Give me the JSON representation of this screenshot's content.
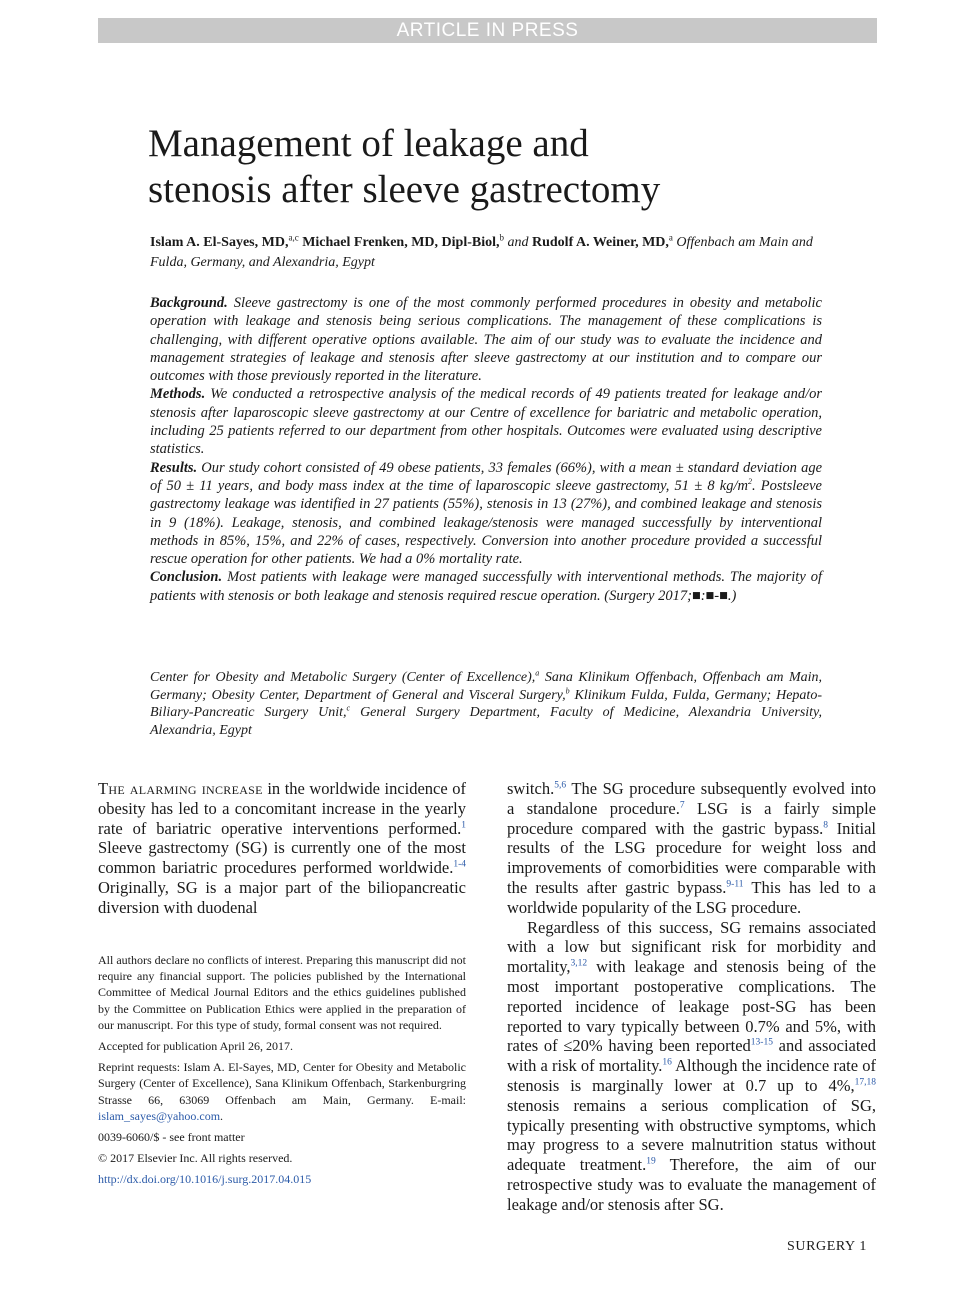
{
  "banner": "ARTICLE IN PRESS",
  "title": {
    "line1": "Management of leakage and",
    "line2": "stenosis after sleeve gastrectomy"
  },
  "authors": {
    "a1": "Islam A. El-Sayes, MD,",
    "a1_sup": "a,c",
    "a2": "Michael Frenken, MD, Dipl-Biol,",
    "a2_sup": "b",
    "and": "and",
    "a3": "Rudolf A. Weiner, MD,",
    "a3_sup": "a",
    "location": "Offenbach am Main and Fulda, Germany, and Alexandria, Egypt"
  },
  "abstract": {
    "background_label": "Background.",
    "background": "Sleeve gastrectomy is one of the most commonly performed procedures in obesity and metabolic operation with leakage and stenosis being serious complications. The management of these complications is challenging, with different operative options available. The aim of our study was to evaluate the incidence and management strategies of leakage and stenosis after sleeve gastrectomy at our institution and to compare our outcomes with those previously reported in the literature.",
    "methods_label": "Methods.",
    "methods": "We conducted a retrospective analysis of the medical records of 49 patients treated for leakage and/or stenosis after laparoscopic sleeve gastrectomy at our Centre of excellence for bariatric and metabolic operation, including 25 patients referred to our department from other hospitals. Outcomes were evaluated using descriptive statistics.",
    "results_label": "Results.",
    "results_a": "Our study cohort consisted of 49 obese patients, 33 females (66%), with a mean ± standard deviation age of 50 ± 11 years, and body mass index at the time of laparoscopic sleeve gastrectomy, 51 ± 8 kg/m",
    "results_sup": "2",
    "results_b": ". Postsleeve gastrectomy leakage was identified in 27 patients (55%), stenosis in 13 (27%), and combined leakage and stenosis in 9 (18%). Leakage, stenosis, and combined leakage/stenosis were managed successfully by interventional methods in 85%, 15%, and 22% of cases, respectively. Conversion into another procedure provided a successful rescue operation for other patients. We had a 0% mortality rate.",
    "conclusion_label": "Conclusion.",
    "conclusion": "Most patients with leakage were managed successfully with interventional methods. The majority of patients with stenosis or both leakage and stenosis required rescue operation. (Surgery 2017;■:■-■.)"
  },
  "affiliations": {
    "t1": "Center for Obesity and Metabolic Surgery (Center of Excellence),",
    "s1": "a",
    "t2": "Sana Klinikum Offenbach, Offenbach am Main, Germany; Obesity Center, Department of General and Visceral Surgery,",
    "s2": "b",
    "t3": "Klinikum Fulda, Fulda, Germany; Hepato-Biliary-Pancreatic Surgery Unit,",
    "s3": "c",
    "t4": "General Surgery Department, Faculty of Medicine, Alexandria University, Alexandria, Egypt"
  },
  "body_left": {
    "lead": "The alarming increase",
    "t1": "in the worldwide incidence of obesity has led to a concomitant increase in the yearly rate of bariatric operative interventions performed.",
    "r1": "1",
    "t2": "Sleeve gastrectomy (SG) is currently one of the most common bariatric procedures performed worldwide.",
    "r2": "1-4",
    "t3": "Originally, SG is a major part of the biliopancreatic diversion with duodenal"
  },
  "body_right": {
    "p1_t1": "switch.",
    "p1_r1": "5,6",
    "p1_t2": "The SG procedure subsequently evolved into a standalone procedure.",
    "p1_r2": "7",
    "p1_t3": "LSG is a fairly simple procedure compared with the gastric bypass.",
    "p1_r3": "8",
    "p1_t4": "Initial results of the LSG procedure for weight loss and improvements of comorbidities were comparable with the results after gastric bypass.",
    "p1_r4": "9-11",
    "p1_t5": "This has led to a worldwide popularity of the LSG procedure.",
    "p2_t1": "Regardless of this success, SG remains associated with a low but significant risk for morbidity and mortality,",
    "p2_r1": "3,12",
    "p2_t2": "with leakage and stenosis being of the most important postoperative complications. The reported incidence of leakage post-SG has been reported to vary typically between 0.7% and 5%, with rates of ≤20% having been reported",
    "p2_r2": "13-15",
    "p2_t3": "and associated with a risk of mortality.",
    "p2_r3": "16",
    "p2_t4": "Although the incidence rate of stenosis is marginally lower at 0.7 up to 4%,",
    "p2_r4": "17,18",
    "p2_t5": "stenosis remains a serious complication of SG, typically presenting with obstructive symptoms, which may progress to a severe malnutrition status without adequate treatment.",
    "p2_r5": "19",
    "p2_t6": "Therefore, the aim of our retrospective study was to evaluate the management of leakage and/or stenosis after SG."
  },
  "notes": {
    "disclosure": "All authors declare no conflicts of interest. Preparing this manuscript did not require any financial support. The policies published by the International Committee of Medical Journal Editors and the ethics guidelines published by the Committee on Publication Ethics were applied in the preparation of our manuscript. For this type of study, formal consent was not required.",
    "accepted": "Accepted for publication April 26, 2017.",
    "reprint": "Reprint requests: Islam A. El-Sayes, MD, Center for Obesity and Metabolic Surgery (Center of Excellence), Sana Klinikum Offenbach, Starkenburgring Strasse 66, 63069 Offenbach am Main, Germany. E-mail:",
    "email": "islam_sayes@yahoo.com",
    "email_end": ".",
    "issn": "0039-6060/$ - see front matter",
    "copyright": "© 2017 Elsevier Inc. All rights reserved.",
    "doi": "http://dx.doi.org/10.1016/j.surg.2017.04.015"
  },
  "footer": "SURGERY 1"
}
